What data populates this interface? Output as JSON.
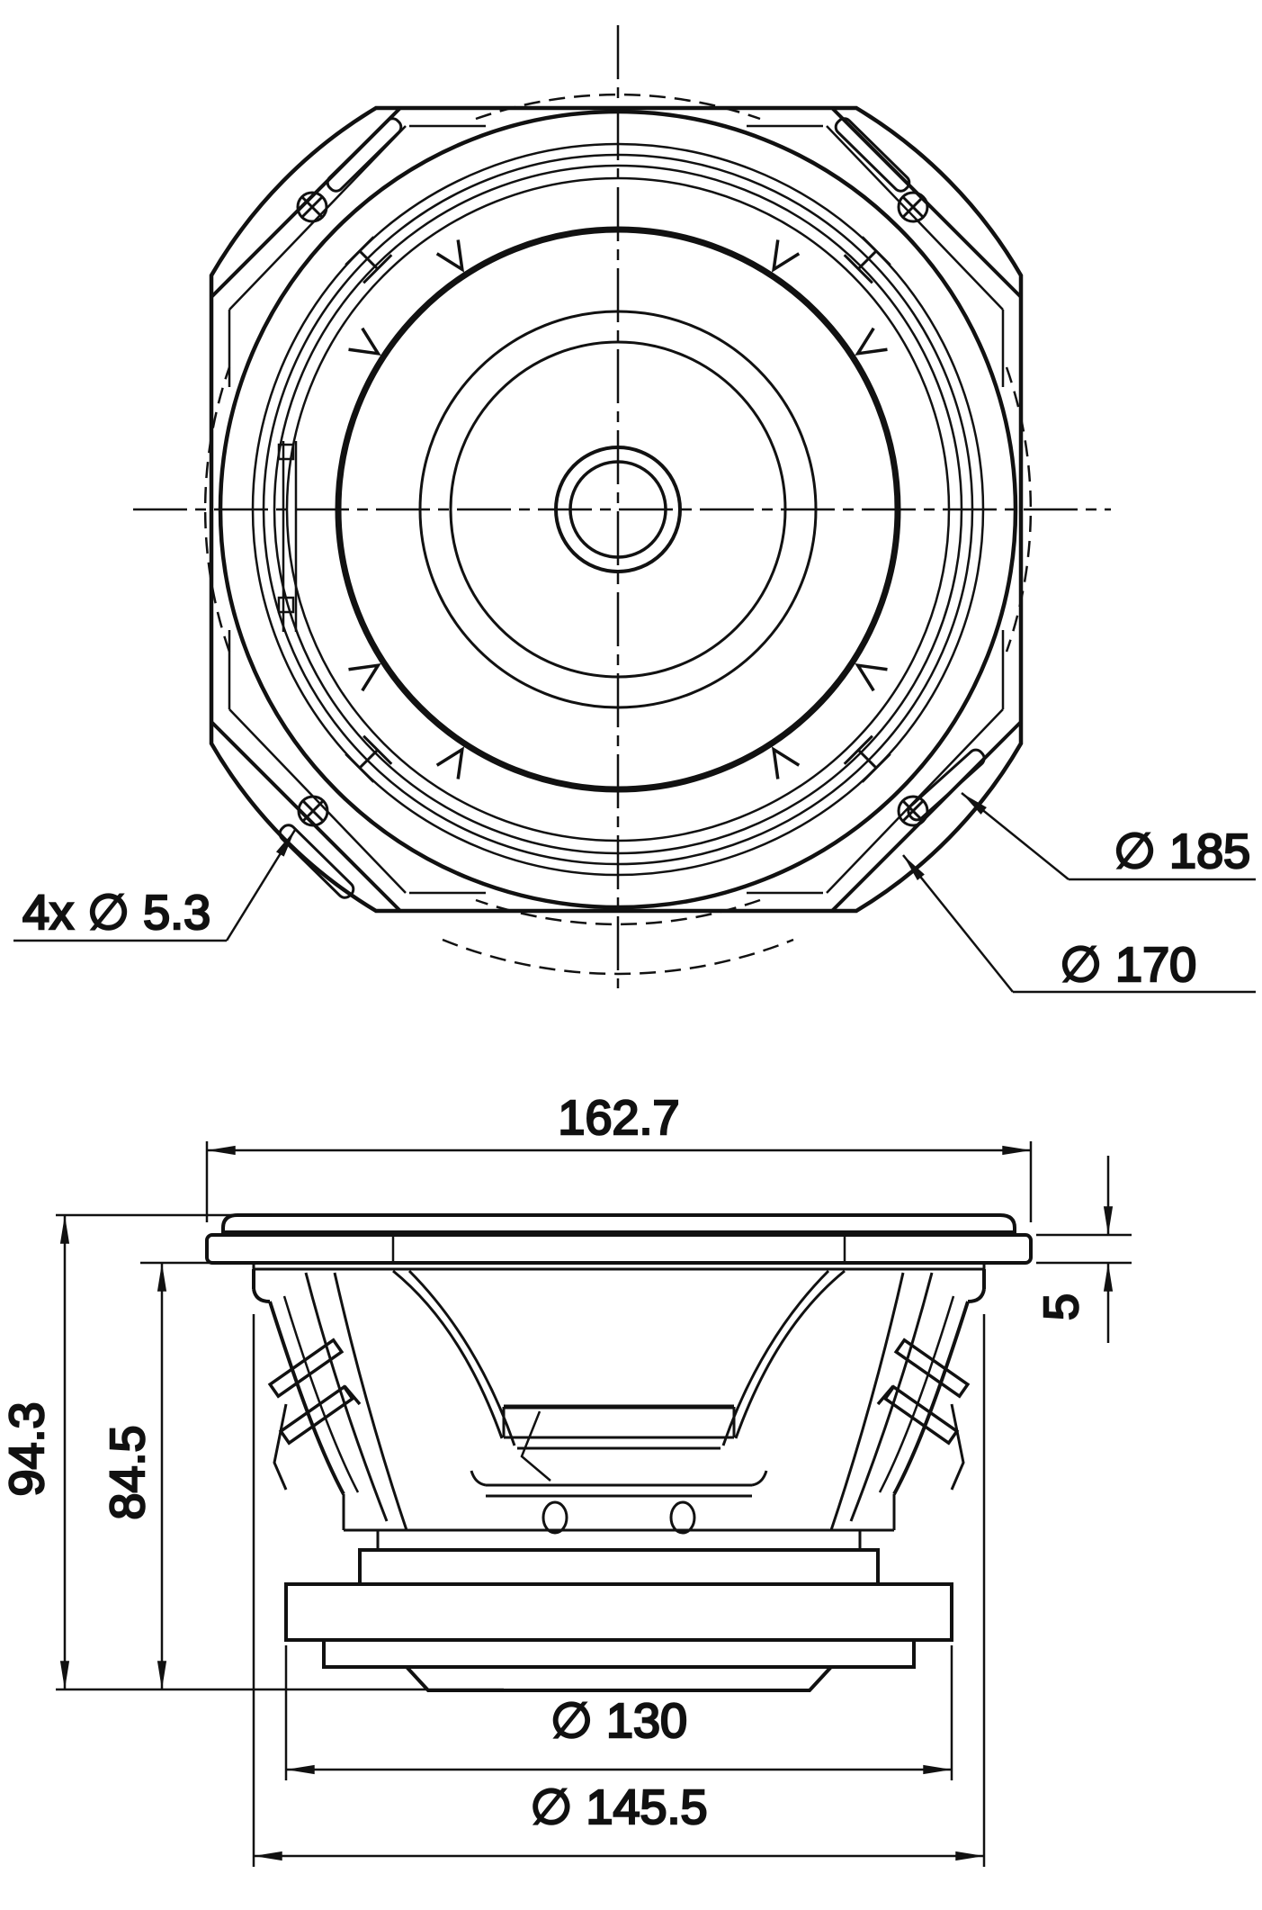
{
  "drawing": {
    "type": "loudspeaker-technical-drawing",
    "colors": {
      "line": "#111111",
      "background": "#ffffff"
    },
    "front_view": {
      "labels": {
        "mounting_holes": "4x ∅ 5.3",
        "outer_diameter": "∅ 185",
        "bolt_circle": "∅ 170"
      }
    },
    "side_view": {
      "labels": {
        "overall_width": "162.7",
        "front_plate_thickness": "5",
        "overall_depth": "94.3",
        "mounting_depth": "84.5",
        "magnet_diameter": "∅ 130",
        "basket_diameter": "∅ 145.5"
      }
    }
  }
}
